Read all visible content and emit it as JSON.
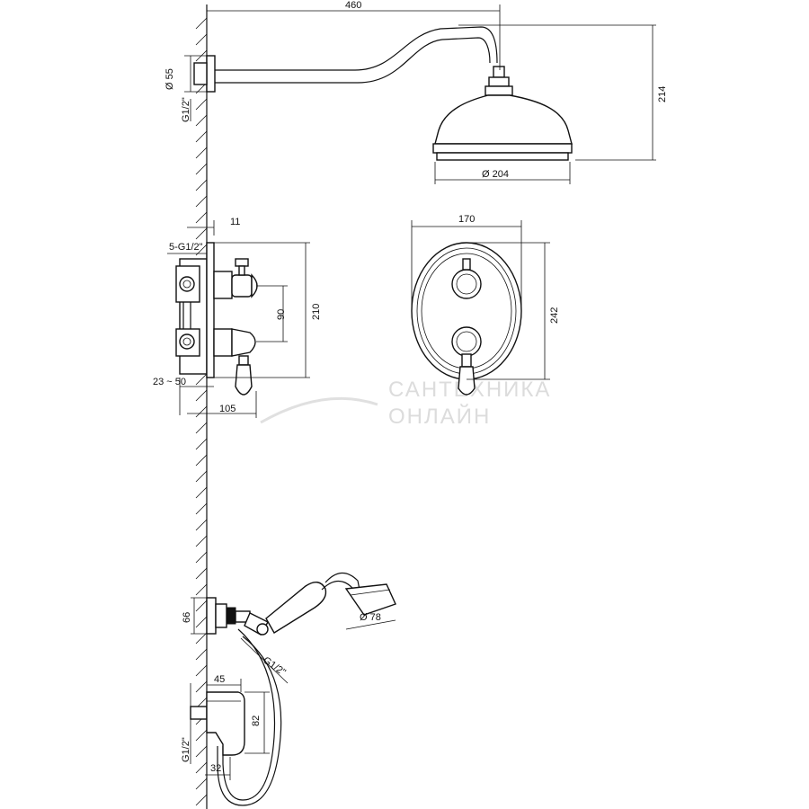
{
  "dimensions": {
    "arm_length": "460",
    "shower_height": "214",
    "head_diameter": "Ø 204",
    "flange_diameter": "Ø 55",
    "flange_thread": "G1/2\"",
    "mixer_offset": "11",
    "mixer_outlets": "5-G1/2\"",
    "handle_spacing": "90",
    "mixer_height": "210",
    "wall_range": "23 ~ 50",
    "mixer_depth": "105",
    "plate_width": "170",
    "plate_height": "242",
    "elbow_height": "66",
    "hand_shower_diameter": "Ø 78",
    "hose_thread": "G1/2\"",
    "spout_projection": "45",
    "spout_height": "82",
    "spout_thread": "G1/2\"",
    "spout_diameter": "32"
  },
  "watermark": {
    "line1": "САНТЕХНИКА",
    "line2": "ОНЛАЙН"
  }
}
